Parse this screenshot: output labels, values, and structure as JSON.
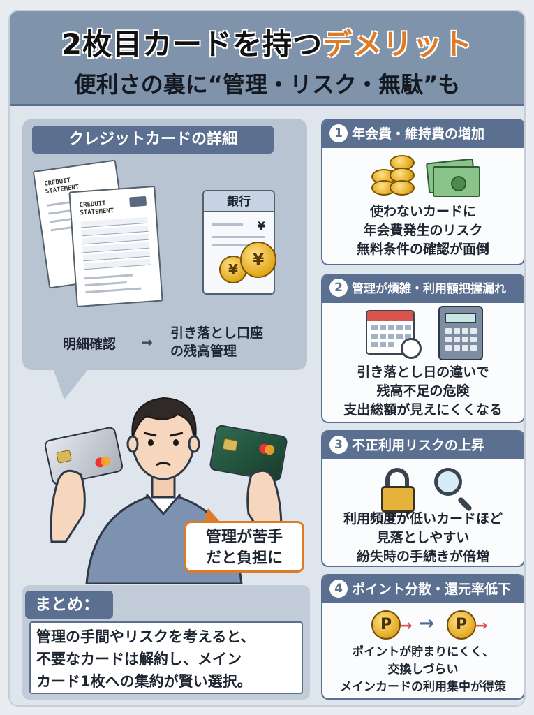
{
  "header": {
    "title_main": "2枚目カードを持つ",
    "title_accent": "デメリット",
    "subtitle": "便利さの裏に“管理・リスク・無駄”も"
  },
  "left_panel": {
    "heading": "クレジットカードの詳細",
    "statement_title_1": "CREDUIT STATEMENT",
    "statement_title_2": "CREDUIT STATEMENT",
    "bank_label": "銀行",
    "bank_yen": "¥",
    "coin_yen": "¥",
    "caption_left": "明細確認",
    "caption_arrow": "→",
    "caption_right_line1": "引き落とし口座",
    "caption_right_line2": "の残高管理"
  },
  "bubble": {
    "line1": "管理が苦手",
    "line2": "だと負担に"
  },
  "summary": {
    "heading": "まとめ：",
    "line1": "管理の手間やリスクを考えると、",
    "line2": "不要なカードは解約し、メイン",
    "line3": "カード1枚への集約が賢い選択。"
  },
  "cards": [
    {
      "number": "1",
      "title": "年会費・維持費の増加",
      "lines": [
        "使わないカードに",
        "年会費発生のリスク",
        "無料条件の確認が面倒"
      ],
      "icons": [
        "coins-icon",
        "cash-icon"
      ]
    },
    {
      "number": "2",
      "title": "管理が煩雑・利用額把握漏れ",
      "lines": [
        "引き落とし日の違いで",
        "残高不足の危険",
        "支出総額が見えにくくなる"
      ],
      "icons": [
        "calendar-icon",
        "calculator-icon"
      ]
    },
    {
      "number": "3",
      "title": "不正利用リスクの上昇",
      "lines": [
        "利用頻度が低いカードほど",
        "見落としやすい",
        "紛失時の手続きが倍増"
      ],
      "icons": [
        "padlock-icon",
        "magnifier-icon"
      ]
    },
    {
      "number": "4",
      "title": "ポイント分散・還元率低下",
      "lines": [
        "ポイントが貯まりにくく、",
        "交換しづらい",
        "メインカードの利用集中が得策"
      ],
      "point_label": "P",
      "arrow": "→"
    }
  ],
  "colors": {
    "accent": "#e07b25",
    "navy": "#5b7090",
    "header_bg": "#7f93ab"
  }
}
